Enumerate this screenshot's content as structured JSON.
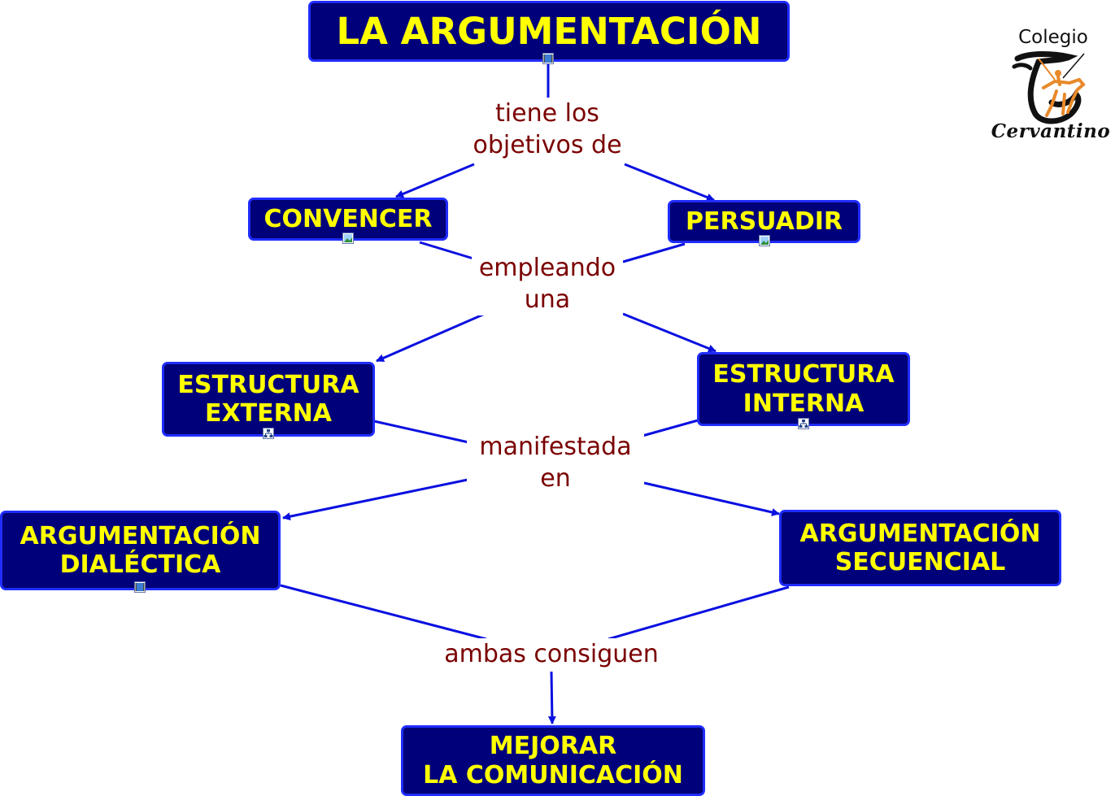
{
  "colors": {
    "node_fill": "#00007a",
    "node_border": "#1f2cff",
    "node_text": "#ffff00",
    "link_text": "#7a0000",
    "connector": "#0a10e0",
    "logo_accent": "#e8892a"
  },
  "concepts": {
    "root": {
      "lines": [
        "LA ARGUMENTACIÓN"
      ],
      "resource_icon": "film-icon"
    },
    "convencer": {
      "lines": [
        "CONVENCER"
      ],
      "resource_icon": "image-icon"
    },
    "persuadir": {
      "lines": [
        "PERSUADIR"
      ],
      "resource_icon": "image-icon"
    },
    "estructura_externa": {
      "lines": [
        "ESTRUCTURA",
        "EXTERNA"
      ],
      "resource_icon": "concept-map-icon"
    },
    "estructura_interna": {
      "lines": [
        "ESTRUCTURA",
        "INTERNA"
      ],
      "resource_icon": "concept-map-icon"
    },
    "argumentacion_dialectica": {
      "lines": [
        "ARGUMENTACIÓN",
        "DIALÉCTICA"
      ],
      "resource_icon": "film-icon"
    },
    "argumentacion_secuencial": {
      "lines": [
        "ARGUMENTACIÓN",
        "SECUENCIAL"
      ]
    },
    "mejorar": {
      "lines": [
        "MEJORAR",
        "LA COMUNICACIÓN"
      ]
    }
  },
  "linking_phrases": {
    "tiene": {
      "lines": [
        "tiene los",
        "objetivos de"
      ]
    },
    "empleando": {
      "lines": [
        "empleando",
        "una"
      ]
    },
    "manifestada": {
      "lines": [
        "manifestada",
        "en"
      ]
    },
    "ambas": {
      "lines": [
        "ambas consiguen"
      ]
    }
  },
  "connections": [
    {
      "from": "root",
      "to": "tiene"
    },
    {
      "from": "tiene",
      "to": "convencer"
    },
    {
      "from": "tiene",
      "to": "persuadir"
    },
    {
      "from": "convencer",
      "to": "empleando"
    },
    {
      "from": "persuadir",
      "to": "empleando"
    },
    {
      "from": "empleando",
      "to": "estructura_externa"
    },
    {
      "from": "empleando",
      "to": "estructura_interna"
    },
    {
      "from": "estructura_externa",
      "to": "manifestada"
    },
    {
      "from": "estructura_interna",
      "to": "manifestada"
    },
    {
      "from": "manifestada",
      "to": "argumentacion_dialectica"
    },
    {
      "from": "manifestada",
      "to": "argumentacion_secuencial"
    },
    {
      "from": "argumentacion_dialectica",
      "to": "ambas"
    },
    {
      "from": "argumentacion_secuencial",
      "to": "ambas"
    },
    {
      "from": "ambas",
      "to": "mejorar"
    }
  ],
  "logo": {
    "top_text": "Colegio",
    "bottom_text": "Cervantino",
    "icon": "quixote-rider-logo-icon"
  }
}
